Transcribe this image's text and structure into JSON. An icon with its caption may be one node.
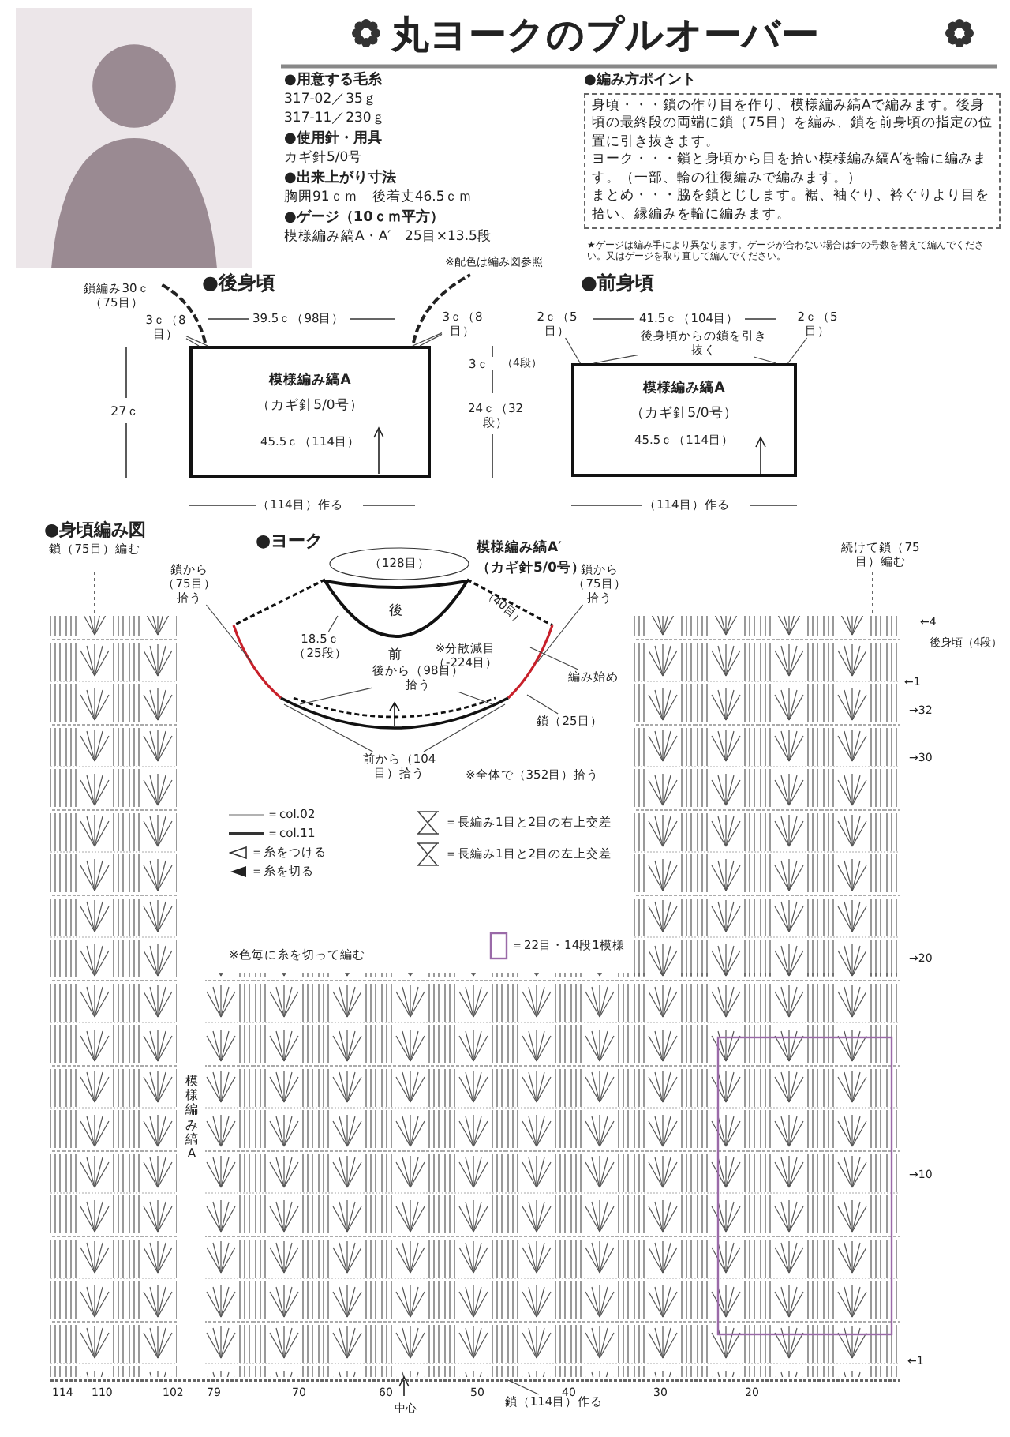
{
  "diagram": {
    "title": "丸ヨークのプルオーバー",
    "nodes": [
      {
        "text": [],
        "shape": "picture"
      },
      {
        "text": [
          "●編み方ポイント",
          "身頃・・・鎖の作り目を作り、模様編み縞Aで編みます。後身頃の最終段の両端に鎖（75目）を編み、鎖を前身頃の指定の位置に引き抜きます。",
          "ヨーク・・・鎖と身頃から目を拾い模様編み縞A′を輪に編みます。（一部、輪の往復編みで編みます。）",
          "まとめ・・・脇を鎖とじします。裾、袖ぐり、衿ぐりより目を拾い、縁編みを輪に編みます。"
        ]
      },
      {
        "text": [
          "模様編み縞A",
          "（カギ針5/0号）",
          "45.5ｃ（114目）"
        ]
      },
      {
        "text": [
          "模様編み縞A",
          "（カギ針5/0号）",
          "45.5ｃ（114目）"
        ]
      },
      {
        "text": [
          "後"
        ]
      },
      {
        "text": [
          "後身頃からの鎖を引き抜く"
        ]
      },
      {
        "text": [
          "鎖から（75目）拾う"
        ]
      },
      {
        "text": [
          "鎖から（75目）拾う"
        ]
      },
      {
        "text": [
          "18.5ｃ（25段）"
        ]
      },
      {
        "text": [
          "後から（98目）拾う"
        ]
      },
      {
        "text": [
          "編み始め"
        ]
      },
      {
        "text": [
          "鎖（25目）"
        ]
      },
      {
        "text": [
          "前から（104目）拾う"
        ]
      },
      {
        "text": [
          "3ｃ（8目）"
        ]
      },
      {
        "text": [
          "3ｃ（8目）"
        ]
      },
      {
        "text": [
          "2ｃ（5目）"
        ]
      },
      {
        "text": [
          "2ｃ（5目）"
        ]
      },
      {
        "text": [
          "鎖（114目）作る"
        ]
      }
    ],
    "edges": [
      {
        "from": 5,
        "to": 3,
        "arrow": "none"
      },
      {
        "from": 5,
        "to": 3,
        "arrow": "none"
      },
      {
        "from": 6,
        "to": null,
        "arrow": "none"
      },
      {
        "from": 7,
        "to": null,
        "arrow": "none"
      },
      {
        "from": 8,
        "to": null,
        "arrow": "none"
      },
      {
        "from": 9,
        "to": null,
        "arrow": "none"
      },
      {
        "from": 9,
        "to": null,
        "arrow": "none"
      },
      {
        "from": 10,
        "to": null,
        "arrow": "none"
      },
      {
        "from": 11,
        "to": null,
        "arrow": "none"
      },
      {
        "from": 12,
        "to": null,
        "arrow": "none"
      },
      {
        "from": 12,
        "to": null,
        "arrow": "none"
      },
      {
        "from": 13,
        "to": 2,
        "arrow": "none"
      },
      {
        "from": 13,
        "to": 2,
        "arrow": "none"
      },
      {
        "from": 14,
        "to": 2,
        "arrow": "none"
      },
      {
        "from": 14,
        "to": 2,
        "arrow": "none"
      },
      {
        "from": 15,
        "to": 3,
        "arrow": "none"
      },
      {
        "from": 16,
        "to": 3,
        "arrow": "none"
      },
      {
        "from": 17,
        "to": null,
        "arrow": "none"
      }
    ],
    "labels": [
      "●用意する毛糸",
      "317-02／35ｇ",
      "317-11／230ｇ",
      "●使用針・用具",
      "カギ針5/0号",
      "●出来上がり寸法",
      "胸囲91ｃｍ　後着丈46.5ｃｍ",
      "●ゲージ（10ｃｍ平方）",
      "模様編み縞A・A′　25目×13.5段",
      "★ゲージは編み手により異なります。ゲージが合わない場合は針の号数を替えて編んでください。又はゲージを取り直して編んでください。",
      "※配色は編み図参照",
      "●後身頃",
      "●前身頃",
      "鎖編み30ｃ（75目）",
      "39.5ｃ（98目）",
      "27ｃ",
      "3ｃ",
      "（4段）",
      "24ｃ（32段）",
      "（114目）作る",
      "41.5ｃ（104目）",
      "（114目）作る",
      "●身頃編み図",
      "●ヨーク",
      "鎖（75目）編む",
      "（128目）",
      "模様編み縞A′",
      "（カギ針5/0号）",
      "（40目）",
      "前",
      "※分散減目（-224目）",
      "※全体で（352目）拾う",
      "※色毎に糸を切って編む",
      "続けて鎖（75目）編む",
      "←4",
      "後身頃（4段）",
      "←1",
      "→32",
      "→30",
      "→20",
      "→10",
      "模様編み縞A",
      "←1",
      "114",
      "110",
      "102",
      "79",
      "70",
      "60",
      "50",
      "40",
      "30",
      "20",
      "中心"
    ],
    "legend": [
      {
        "text": "＝col.02"
      },
      {
        "text": "＝col.11"
      },
      {
        "text": "＝糸をつける"
      },
      {
        "text": "＝糸を切る"
      },
      {
        "text": "＝長編み1目と2目の右上交差"
      },
      {
        "text": "＝長編み1目と2目の左上交差"
      },
      {
        "text": "＝22目・14段1模様"
      }
    ]
  }
}
